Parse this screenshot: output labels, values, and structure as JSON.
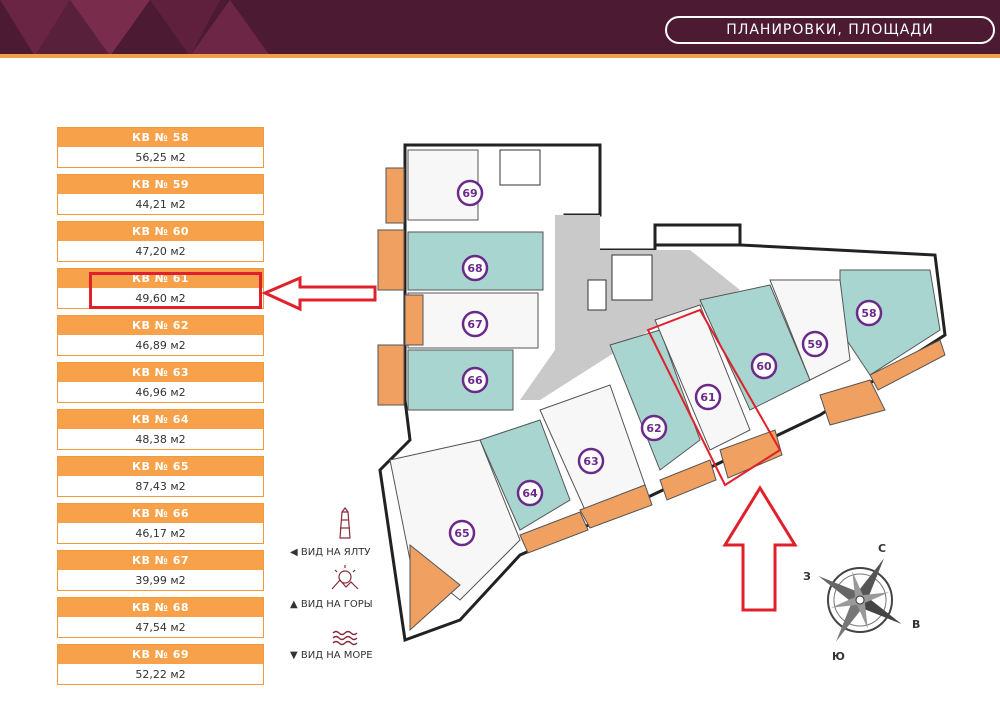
{
  "header": {
    "title": "ПЛАНИРОВКИ, ПЛОЩАДИ"
  },
  "apartments": [
    {
      "num": "КВ № 58",
      "area": "56,25 м2"
    },
    {
      "num": "КВ № 59",
      "area": "44,21 м2"
    },
    {
      "num": "КВ № 60",
      "area": "47,20 м2"
    },
    {
      "num": "КВ № 61",
      "area": "49,60 м2"
    },
    {
      "num": "КВ № 62",
      "area": "46,89 м2"
    },
    {
      "num": "КВ № 63",
      "area": "46,96 м2"
    },
    {
      "num": "КВ № 64",
      "area": "48,38 м2"
    },
    {
      "num": "КВ № 65",
      "area": "87,43 м2"
    },
    {
      "num": "КВ № 66",
      "area": "46,17 м2"
    },
    {
      "num": "КВ № 67",
      "area": "39,99 м2"
    },
    {
      "num": "КВ № 68",
      "area": "47,54 м2"
    },
    {
      "num": "КВ № 69",
      "area": "52,22 м2"
    }
  ],
  "plan_labels": [
    "69",
    "68",
    "67",
    "66",
    "65",
    "64",
    "63",
    "62",
    "61",
    "60",
    "59",
    "58"
  ],
  "legend": {
    "yalta": "◀ ВИД НА ЯЛТУ",
    "mountains": "▲ ВИД НА ГОРЫ",
    "sea": "▼ ВИД НА МОРЕ"
  },
  "compass": {
    "north": "С",
    "south": "Ю",
    "west": "З",
    "east": "В"
  },
  "colors": {
    "header": "#4d1a33",
    "accent": "#f7a24a",
    "highlight": "#e0202a",
    "teal": "#a8d5cf",
    "badge": "#6b2a8a"
  },
  "icons": [
    "lighthouse-icon",
    "sun-mountains-icon",
    "waves-icon",
    "compass-rose-icon"
  ]
}
